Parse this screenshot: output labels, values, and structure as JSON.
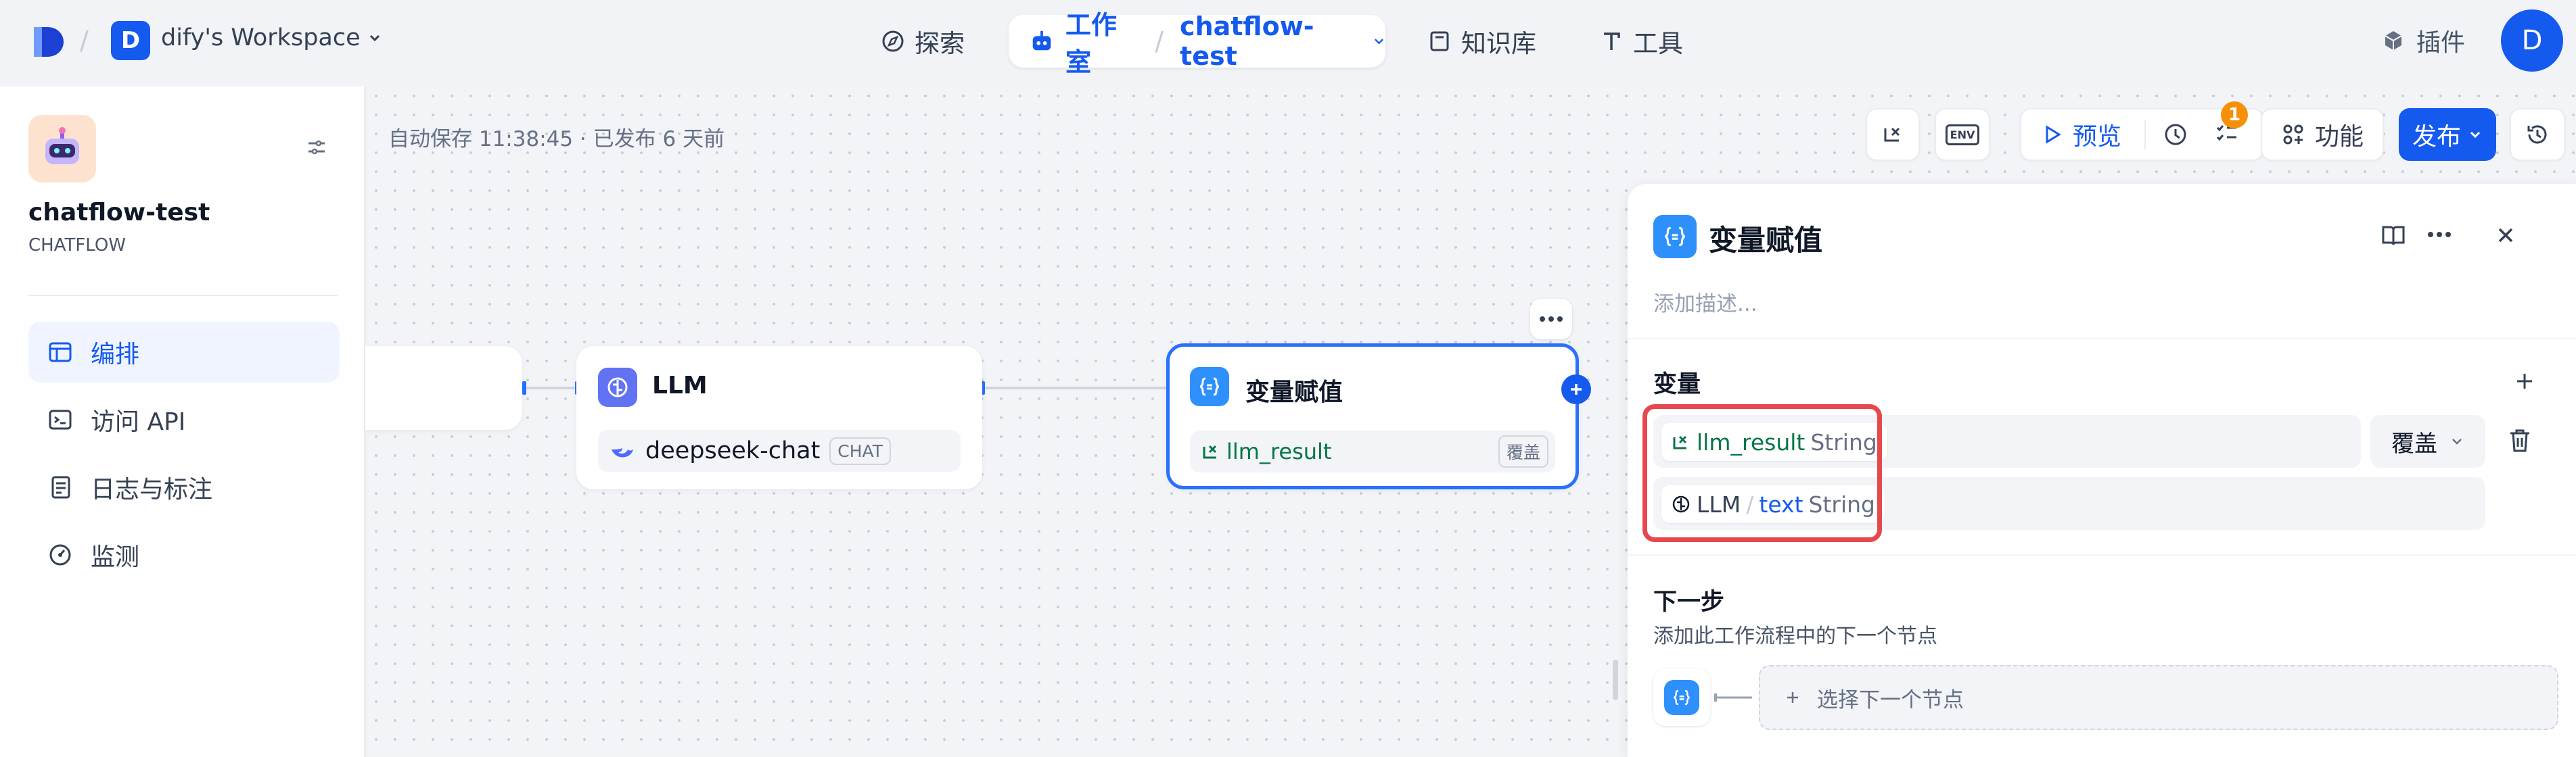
{
  "topbar": {
    "workspace_initial": "D",
    "workspace_name": "dify's Workspace",
    "nav_explore": "探索",
    "nav_studio": "工作室",
    "app_breadcrumb": "chatflow-test",
    "nav_knowledge": "知识库",
    "nav_tools": "工具",
    "plugins": "插件",
    "user_initial": "D"
  },
  "sidebar": {
    "app_name": "chatflow-test",
    "app_type": "CHATFLOW",
    "items": [
      {
        "label": "编排",
        "icon": "layout-icon",
        "active": true
      },
      {
        "label": "访问 API",
        "icon": "terminal-icon"
      },
      {
        "label": "日志与标注",
        "icon": "document-icon"
      },
      {
        "label": "监测",
        "icon": "gauge-icon"
      }
    ]
  },
  "canvas": {
    "autosave": "自动保存 11:38:45 · 已发布 6 天前",
    "toolbar": {
      "env": "ENV",
      "preview": "预览",
      "checklist_count": "1",
      "features": "功能",
      "publish": "发布"
    },
    "nodes": {
      "llm": {
        "title": "LLM",
        "model": "deepseek-chat",
        "mode": "CHAT"
      },
      "assigner": {
        "title": "变量赋值",
        "var": "llm_result",
        "op": "覆盖"
      }
    }
  },
  "panel": {
    "title": "变量赋值",
    "description_placeholder": "添加描述...",
    "variables_label": "变量",
    "assigned_var": "llm_result",
    "assigned_type": "String",
    "operation": "覆盖",
    "source_node": "LLM",
    "source_sep": "/",
    "source_var": "text",
    "source_type": "String",
    "next_step_title": "下一步",
    "next_step_desc": "添加此工作流程中的下一个节点",
    "select_next": "选择下一个节点"
  },
  "colors": {
    "accent": "#155aef",
    "highlight": "#e5484d",
    "badge": "#f79009",
    "var_green": "#067647"
  }
}
